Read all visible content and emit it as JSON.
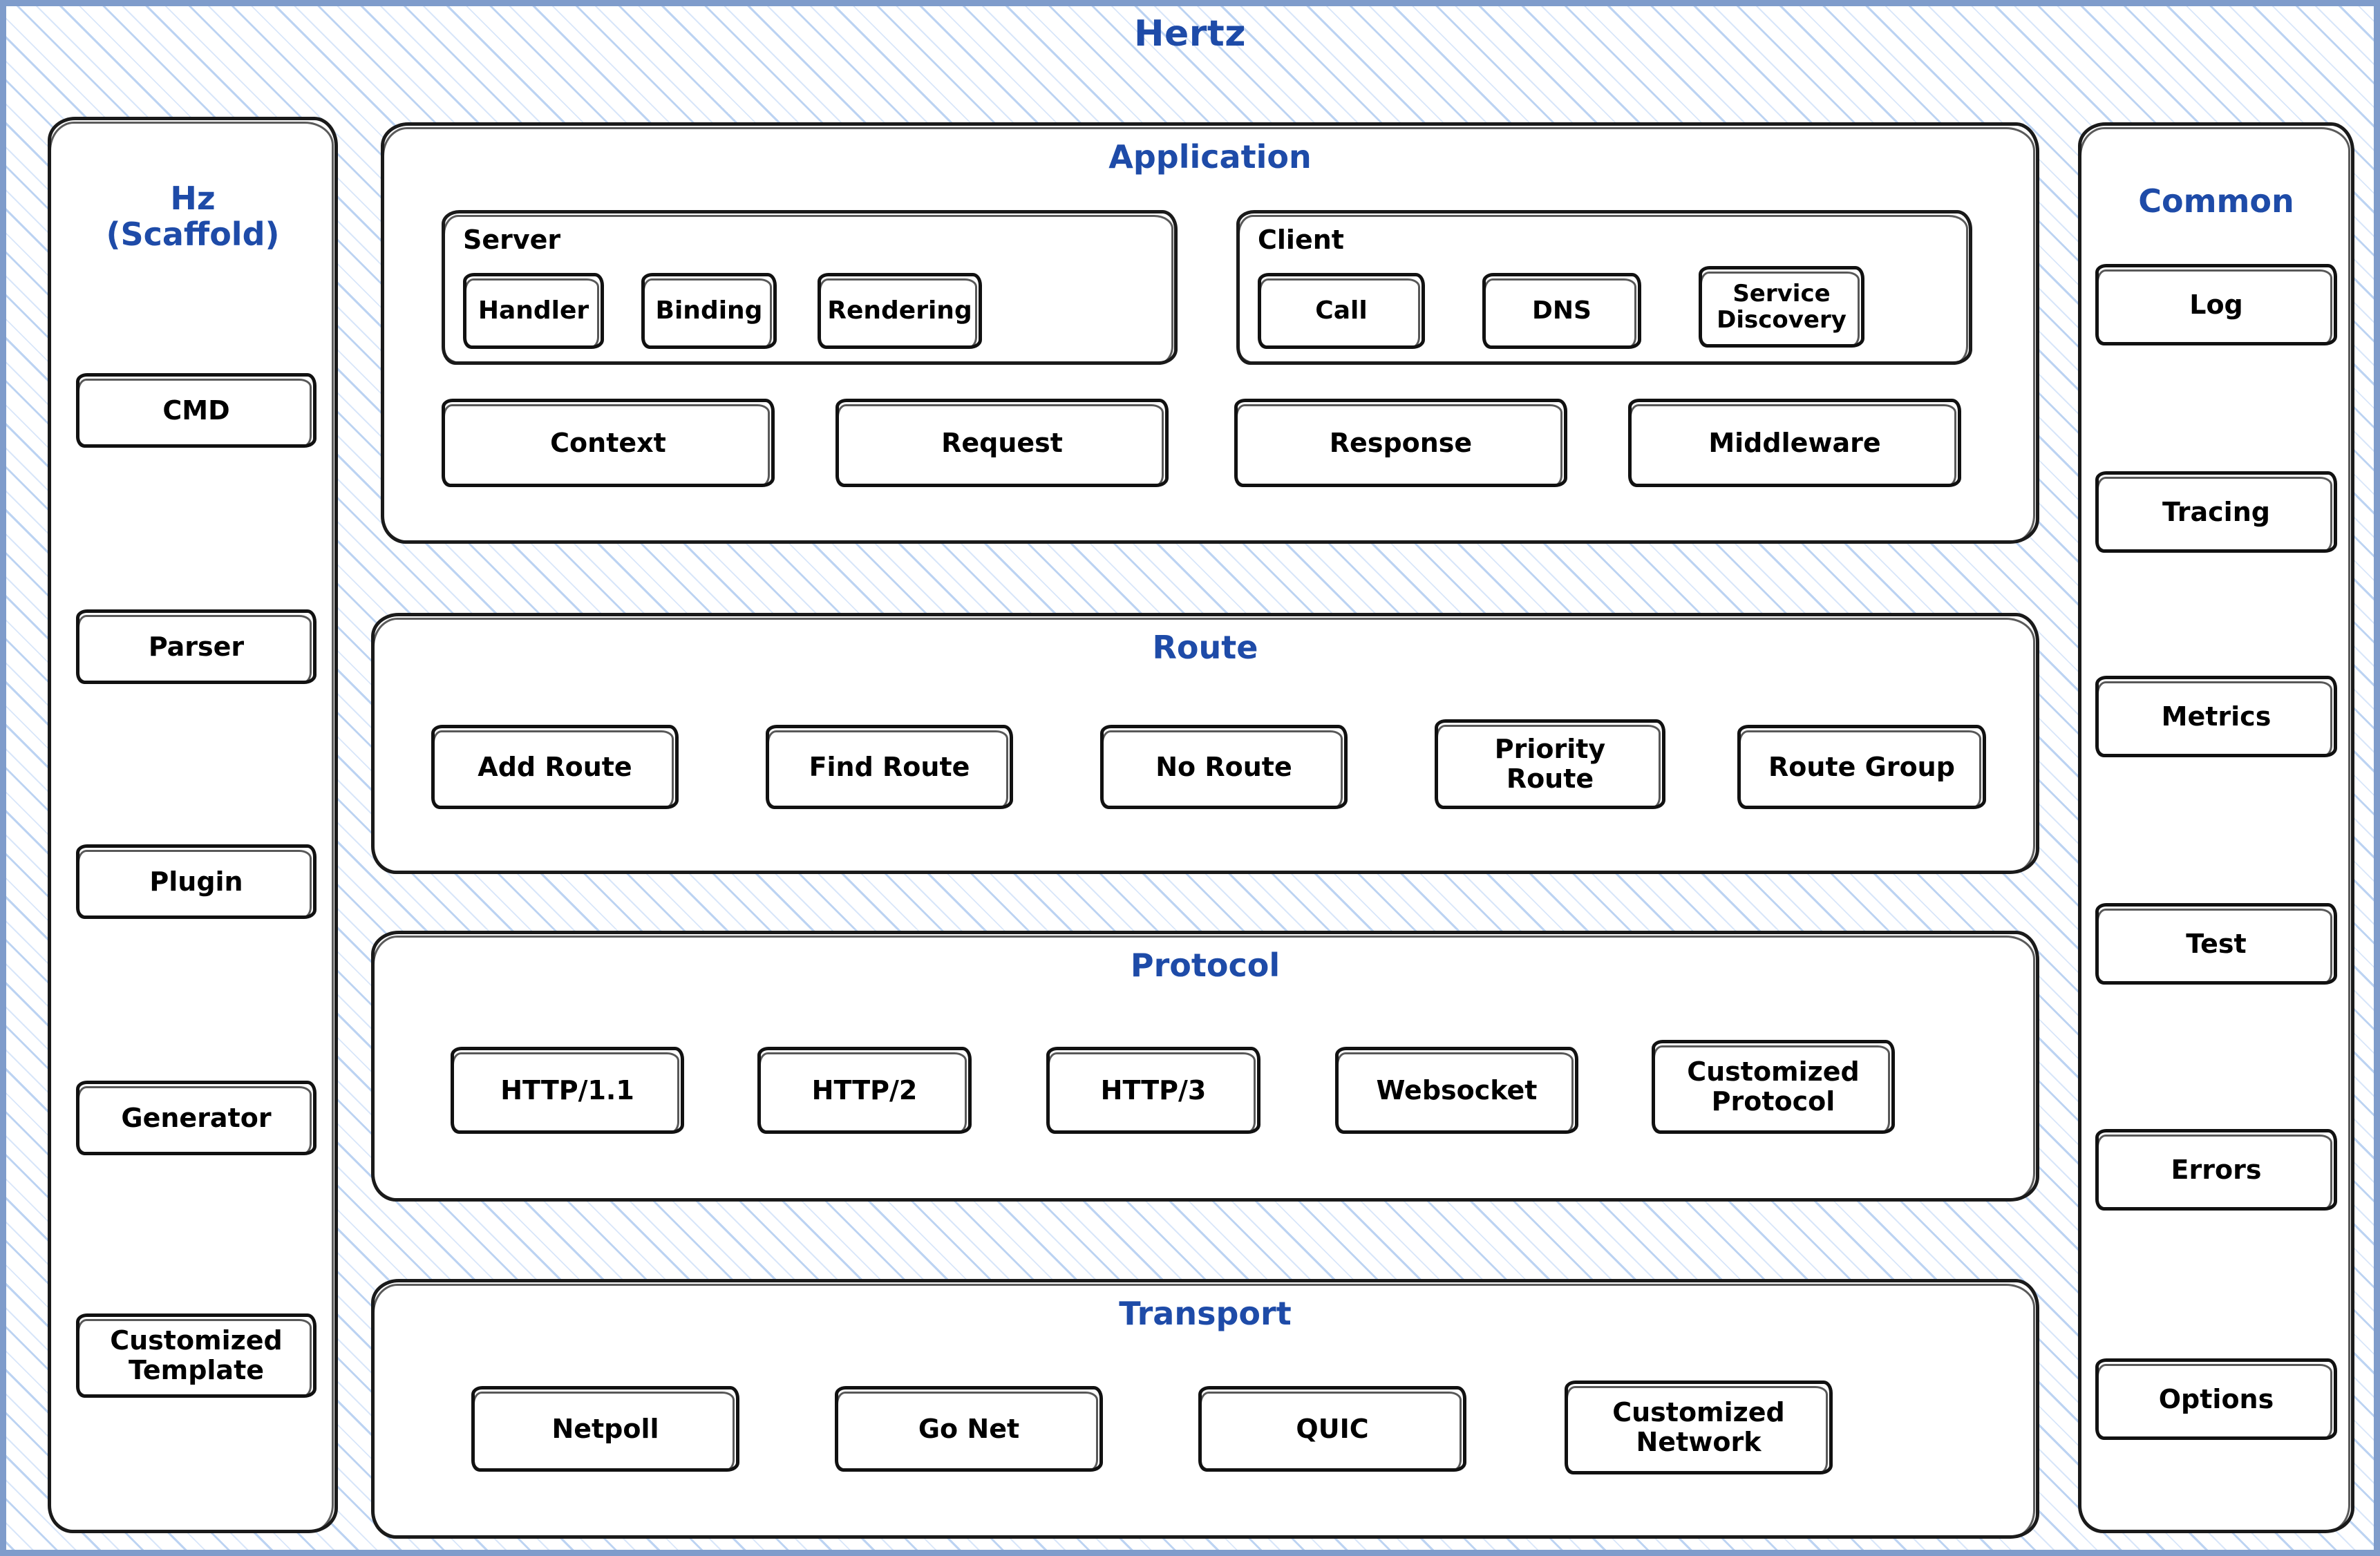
{
  "colors": {
    "accent_blue": "#1e4ba8",
    "ink_black": "#111111",
    "frame_blue": "#7f9ccb",
    "hatch_blue": "#b0cbf0",
    "panel_white": "#ffffff"
  },
  "root": {
    "title": "Hertz"
  },
  "scaffold": {
    "title_line1": "Hz",
    "title_line2": "(Scaffold)",
    "items": [
      {
        "label": "CMD"
      },
      {
        "label": "Parser"
      },
      {
        "label": "Plugin"
      },
      {
        "label": "Generator"
      },
      {
        "label": "Customized\nTemplate"
      }
    ]
  },
  "common": {
    "title": "Common",
    "items": [
      {
        "label": "Log"
      },
      {
        "label": "Tracing"
      },
      {
        "label": "Metrics"
      },
      {
        "label": "Test"
      },
      {
        "label": "Errors"
      },
      {
        "label": "Options"
      }
    ]
  },
  "layers": [
    {
      "id": "application",
      "title": "Application",
      "subgroups": [
        {
          "id": "server",
          "label": "Server",
          "items": [
            {
              "label": "Handler"
            },
            {
              "label": "Binding"
            },
            {
              "label": "Rendering"
            }
          ]
        },
        {
          "id": "client",
          "label": "Client",
          "items": [
            {
              "label": "Call"
            },
            {
              "label": "DNS"
            },
            {
              "label": "Service\nDiscovery"
            }
          ]
        }
      ],
      "items": [
        {
          "label": "Context"
        },
        {
          "label": "Request"
        },
        {
          "label": "Response"
        },
        {
          "label": "Middleware"
        }
      ]
    },
    {
      "id": "route",
      "title": "Route",
      "subgroups": [],
      "items": [
        {
          "label": "Add Route"
        },
        {
          "label": "Find Route"
        },
        {
          "label": "No Route"
        },
        {
          "label": "Priority\nRoute"
        },
        {
          "label": "Route Group"
        }
      ]
    },
    {
      "id": "protocol",
      "title": "Protocol",
      "subgroups": [],
      "items": [
        {
          "label": "HTTP/1.1"
        },
        {
          "label": "HTTP/2"
        },
        {
          "label": "HTTP/3"
        },
        {
          "label": "Websocket"
        },
        {
          "label": "Customized\nProtocol"
        }
      ]
    },
    {
      "id": "transport",
      "title": "Transport",
      "subgroups": [],
      "items": [
        {
          "label": "Netpoll"
        },
        {
          "label": "Go Net"
        },
        {
          "label": "QUIC"
        },
        {
          "label": "Customized\nNetwork"
        }
      ]
    }
  ]
}
